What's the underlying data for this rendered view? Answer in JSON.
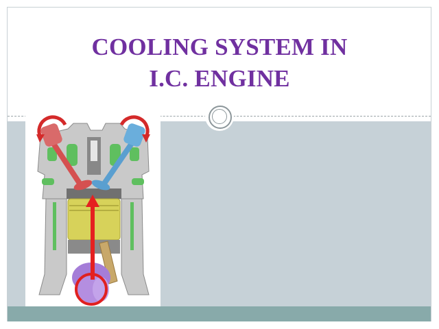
{
  "slide": {
    "title_line1": "COOLING SYSTEM IN",
    "title_line2": "I.C. ENGINE",
    "title_color": "#7030A0",
    "content_background": "#C6D1D7",
    "footer_color": "#88AAAA"
  },
  "image": {
    "description": "Cutaway diagram of a four-stroke engine cylinder with red intake and blue exhaust valves, yellow piston, purple crankshaft, green coolant passages and red motion arrows",
    "icon": "engine-cylinder-illustration"
  }
}
